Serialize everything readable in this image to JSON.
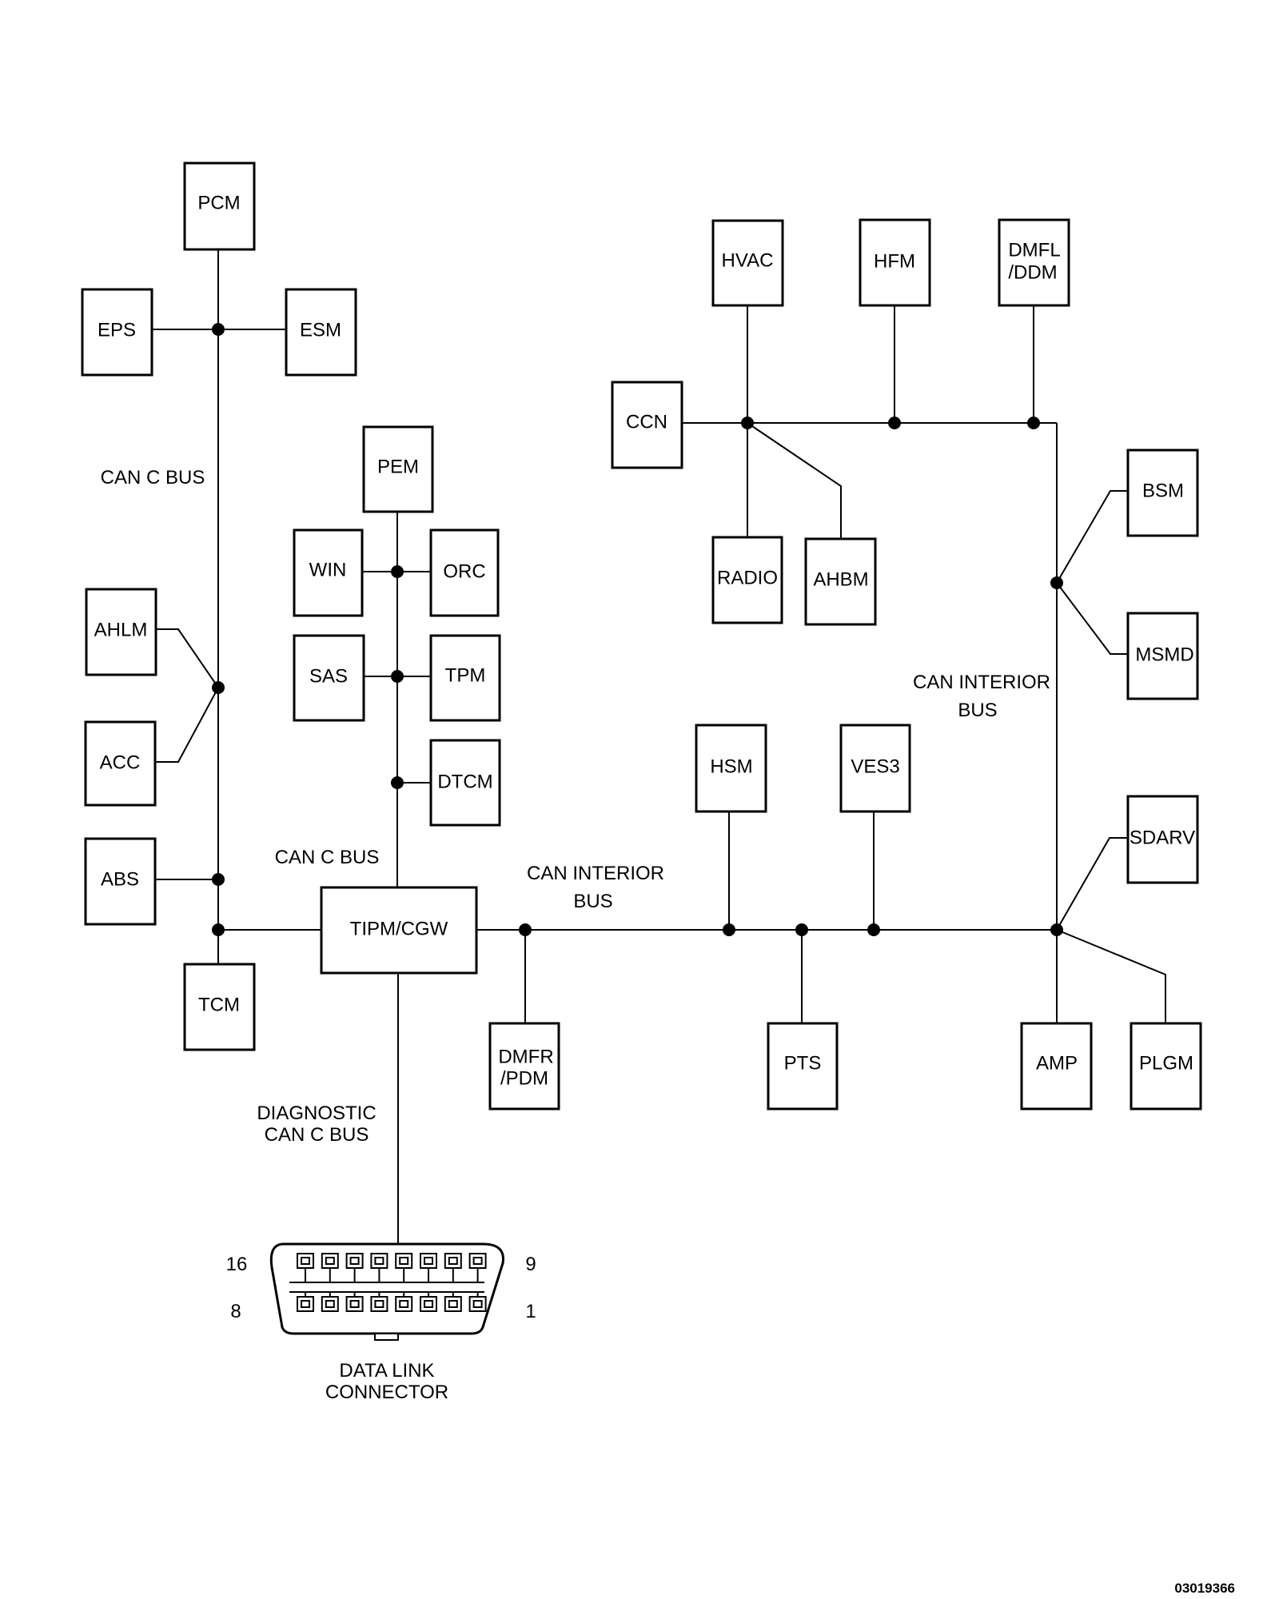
{
  "modules": {
    "pcm": "PCM",
    "eps": "EPS",
    "esm": "ESM",
    "ahlm": "AHLM",
    "acc": "ACC",
    "abs": "ABS",
    "tcm": "TCM",
    "pem": "PEM",
    "win": "WIN",
    "orc": "ORC",
    "sas": "SAS",
    "tpm": "TPM",
    "dtcm": "DTCM",
    "tipm": "TIPM/CGW",
    "dmfr": [
      "DMFR",
      "/PDM"
    ],
    "hvac": "HVAC",
    "hfm": "HFM",
    "dmfl": [
      "DMFL",
      "/DDM"
    ],
    "ccn": "CCN",
    "radio": "RADIO",
    "ahbm": "AHBM",
    "bsm": "BSM",
    "msmd": "MSMD",
    "hsm": "HSM",
    "ves3": "VES3",
    "pts": "PTS",
    "sdarv": "SDARV",
    "amp": "AMP",
    "plgm": "PLGM"
  },
  "labels": {
    "can_c_bus_left": "CAN C BUS",
    "can_c_bus_center": "CAN C BUS",
    "can_interior_bus_center": [
      "CAN INTERIOR",
      "BUS"
    ],
    "can_interior_bus_right": [
      "CAN INTERIOR",
      "BUS"
    ],
    "diagnostic_bus": [
      "DIAGNOSTIC",
      "CAN C BUS"
    ],
    "data_link_connector": [
      "DATA LINK",
      "CONNECTOR"
    ]
  },
  "connector_pins": {
    "top_left": "16",
    "top_right": "9",
    "bottom_left": "8",
    "bottom_right": "1"
  },
  "figure_id": "03019366"
}
